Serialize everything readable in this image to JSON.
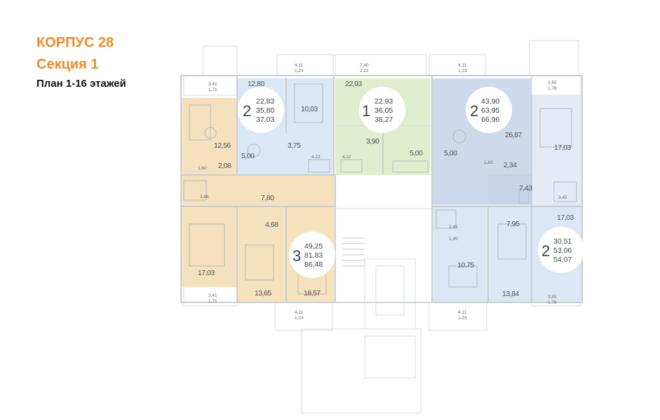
{
  "title": {
    "building": "КОРПУС 28",
    "section": "Секция 1",
    "plan": "План 1-16 этажей"
  },
  "colors": {
    "heading_accent": "#f08a24",
    "apt_3room": "#f5dcb3",
    "apt_1room": "#e0eecf",
    "apt_2room_blue": "#cfd9ec",
    "apt_2room_light": "#dde6f4"
  },
  "apartments": [
    {
      "id": "apt-2-topleft",
      "rooms": "2",
      "areas": [
        "22,83",
        "35,80",
        "37,03"
      ]
    },
    {
      "id": "apt-1-top",
      "rooms": "1",
      "areas": [
        "22,93",
        "36,05",
        "38,27"
      ]
    },
    {
      "id": "apt-2-topright",
      "rooms": "2",
      "areas": [
        "43,90",
        "63,95",
        "66,96"
      ]
    },
    {
      "id": "apt-3-bottomleft",
      "rooms": "3",
      "areas": [
        "49,25",
        "81,83",
        "86,48"
      ]
    },
    {
      "id": "apt-2-bottomright",
      "rooms": "2",
      "areas": [
        "30,51",
        "53,06",
        "54,07"
      ]
    }
  ],
  "room_labels": [
    "12,80",
    "10,03",
    "22,93",
    "26,87",
    "17,03",
    "12,56",
    "5,00",
    "3,75",
    "3,90",
    "5,00",
    "5,00",
    "2,08",
    "2,34",
    "7,43",
    "7,80",
    "4,68",
    "7,95",
    "17,03",
    "17,03",
    "13,65",
    "18,57",
    "10,75",
    "13,84"
  ],
  "small_labels": [
    "4,22",
    "4,22",
    "1,60",
    "1,83",
    "3,86",
    "3,45",
    "2,45",
    "1,40"
  ],
  "balconies": [
    {
      "top": "4,11",
      "bottom": "1,23"
    },
    {
      "top": "7,40",
      "bottom": "2,22"
    },
    {
      "top": "4,11",
      "bottom": "1,23"
    },
    {
      "top": "3,41",
      "bottom": "1,71"
    },
    {
      "top": "3,55",
      "bottom": "1,78"
    },
    {
      "top": "3,41",
      "bottom": "1,71"
    },
    {
      "top": "3,55",
      "bottom": "1,78"
    },
    {
      "top": "4,11",
      "bottom": "1,23"
    },
    {
      "top": "4,11",
      "bottom": "1,23"
    }
  ]
}
